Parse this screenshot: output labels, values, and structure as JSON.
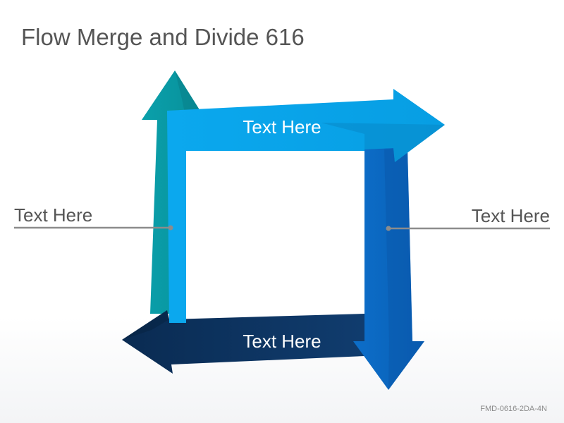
{
  "title": "Flow Merge and Divide 616",
  "labels": {
    "top_arrow": "Text Here",
    "bottom_arrow": "Text Here",
    "left_callout": "Text Here",
    "right_callout": "Text Here"
  },
  "footer_code": "FMD-0616-2DA-4N",
  "colors": {
    "teal_arrow": "#0c9aa6",
    "light_blue_arrow": "#0aa2e8",
    "blue_arrow": "#0a66c2",
    "navy_arrow": "#0d3460",
    "callout_line": "#8c8c8c"
  }
}
